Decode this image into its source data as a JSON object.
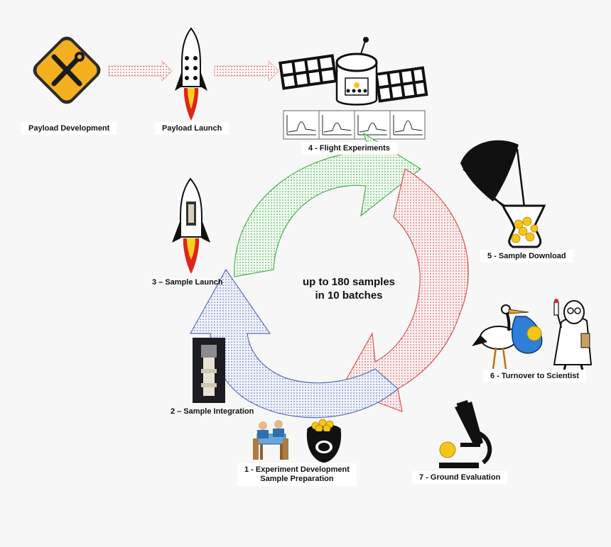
{
  "labels": {
    "payload_dev": "Payload Development",
    "payload_launch": "Payload Launch",
    "flight_experiments": "4 - Flight Experiments",
    "sample_launch": "3 – Sample Launch",
    "sample_download": "5 - Sample Download",
    "turnover": "6 - Turnover to Scientist",
    "sample_integration": "2 – Sample Integration",
    "experiment_dev_line1": "1 - Experiment Development",
    "experiment_dev_line2": "Sample Preparation",
    "ground_eval": "7 - Ground Evaluation"
  },
  "center": {
    "line1": "up to 180 samples",
    "line2": "in 10 batches"
  },
  "colors": {
    "green_arrow": "#4caf50",
    "red_arrow": "#d9534f",
    "blue_arrow": "#5a6fc0",
    "sign_yellow": "#f2b01e",
    "rocket_flame": "#e2231a",
    "gold": "#f5c518"
  }
}
